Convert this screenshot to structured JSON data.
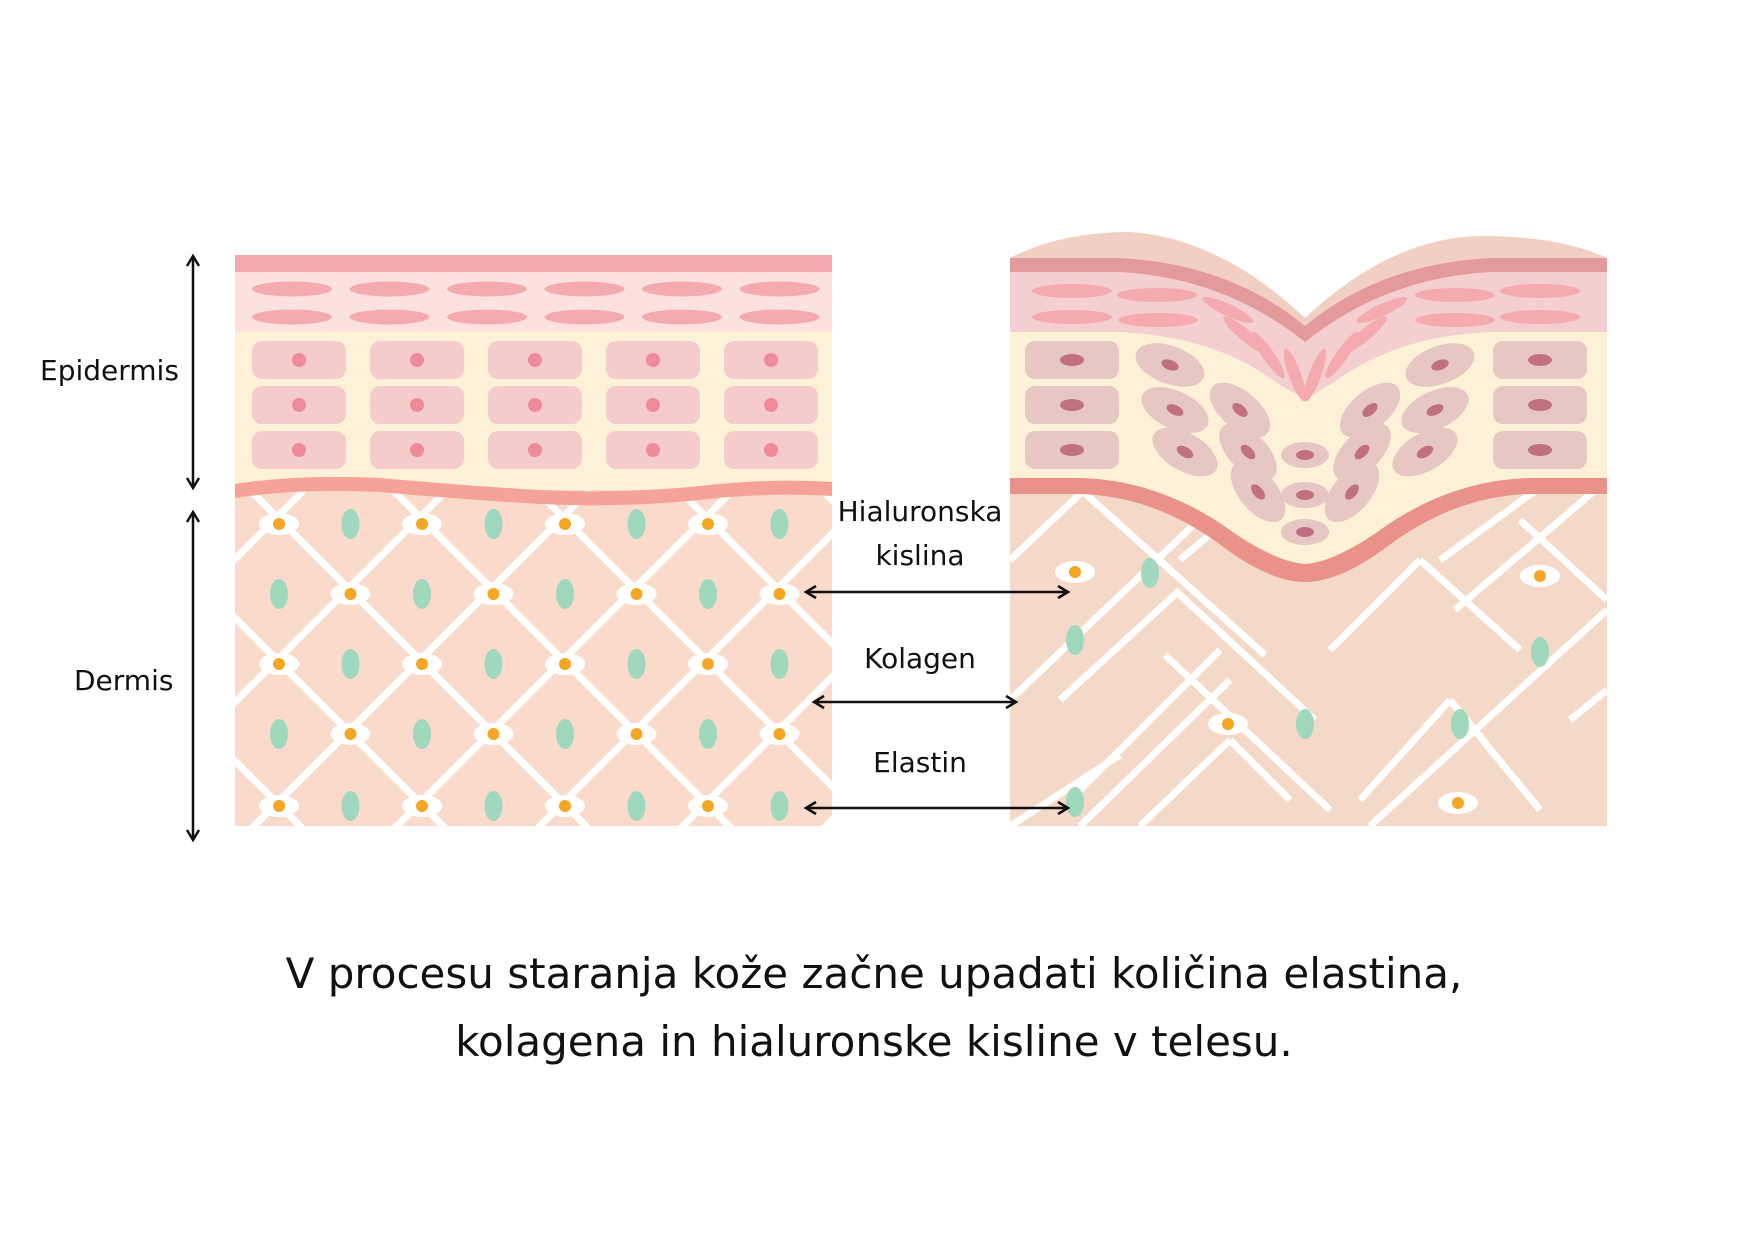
{
  "labels": {
    "epidermis": "Epidermis",
    "dermis": "Dermis",
    "hyaluronic_line1": "Hialuronska",
    "hyaluronic_line2": "kislina",
    "collagen": "Kolagen",
    "elastin": "Elastin"
  },
  "caption": {
    "line1": "V procesu staranja kože začne upadati količina elastina,",
    "line2": "kolagena in hialuronske kisline v telesu."
  },
  "colors": {
    "skin_surface": "#f4a7ae",
    "stratum_bg": "#fbe2df",
    "flat_cell": "#f5aab0",
    "basal_bg": "#fdf2d8",
    "cell_box": "#f5cccc",
    "nucleus": "#ef8a99",
    "aged_cell_box": "#e7c7c3",
    "aged_nucleus": "#c07080",
    "basement": "#f5a399",
    "dermis_young": "#fadacb",
    "dermis_aged": "#f4d8c8",
    "fiber": "#ffffff",
    "elastin": "#9fd8bd",
    "hyaluronic": "#f5a623",
    "ground": "#f0d3c7"
  }
}
